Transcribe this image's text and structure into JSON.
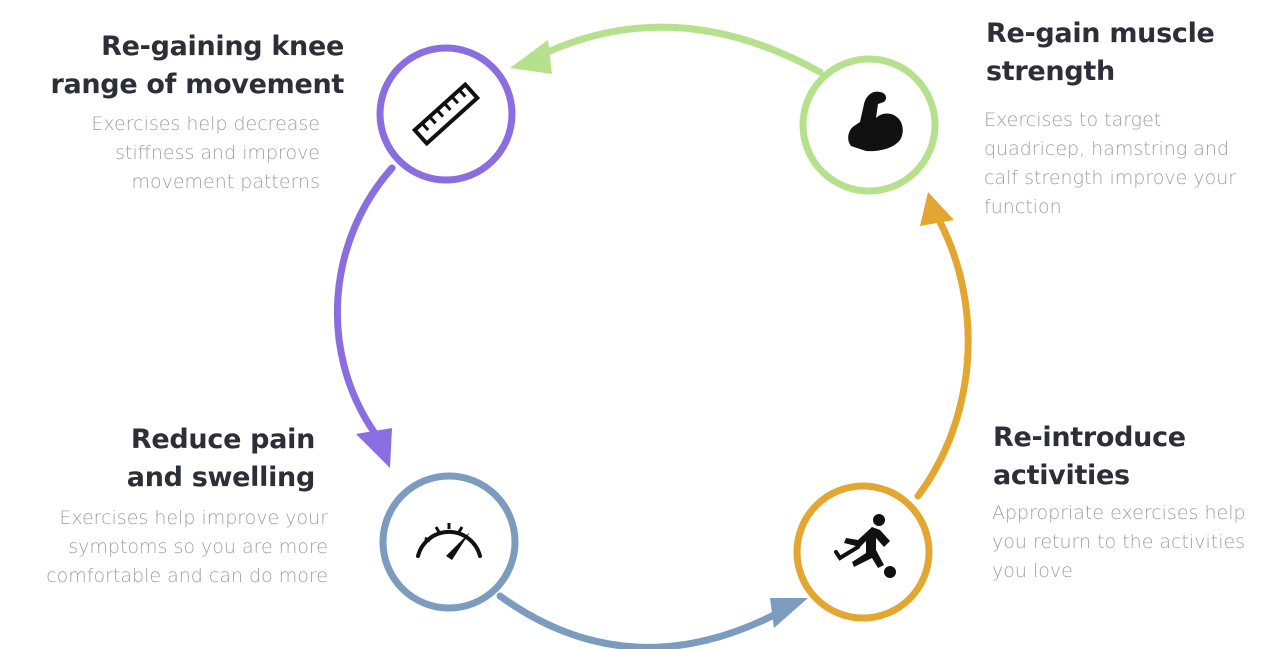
{
  "colors": {
    "purple": "#8a6ee0",
    "green": "#b5e18d",
    "orange": "#e3a631",
    "blue": "#7b9cbf",
    "title_text": "#2e2e38",
    "desc_text": "#a0a0a0"
  },
  "steps": [
    {
      "key": "range",
      "icon": "ruler-icon",
      "title_lines": [
        "Re-gaining knee",
        "range of movement"
      ],
      "desc_lines": [
        "Exercises help decrease",
        "stiffness and improve",
        "movement patterns"
      ]
    },
    {
      "key": "strength",
      "icon": "flexed-bicep-icon",
      "title_lines": [
        "Re-gain muscle",
        "strength"
      ],
      "desc_lines": [
        "Exercises to target",
        "quadricep, hamstring and",
        "calf strength improve your",
        "function"
      ]
    },
    {
      "key": "activities",
      "icon": "football-player-icon",
      "title_lines": [
        "Re-introduce",
        "activities"
      ],
      "desc_lines": [
        "Appropriate exercises help",
        "you return to the activities",
        "you love"
      ]
    },
    {
      "key": "pain",
      "icon": "speedometer-icon",
      "title_lines": [
        "Reduce pain",
        "and swelling"
      ],
      "desc_lines": [
        "Exercises help improve your",
        "symptoms so you are more",
        "comfortable and can do more"
      ]
    }
  ]
}
